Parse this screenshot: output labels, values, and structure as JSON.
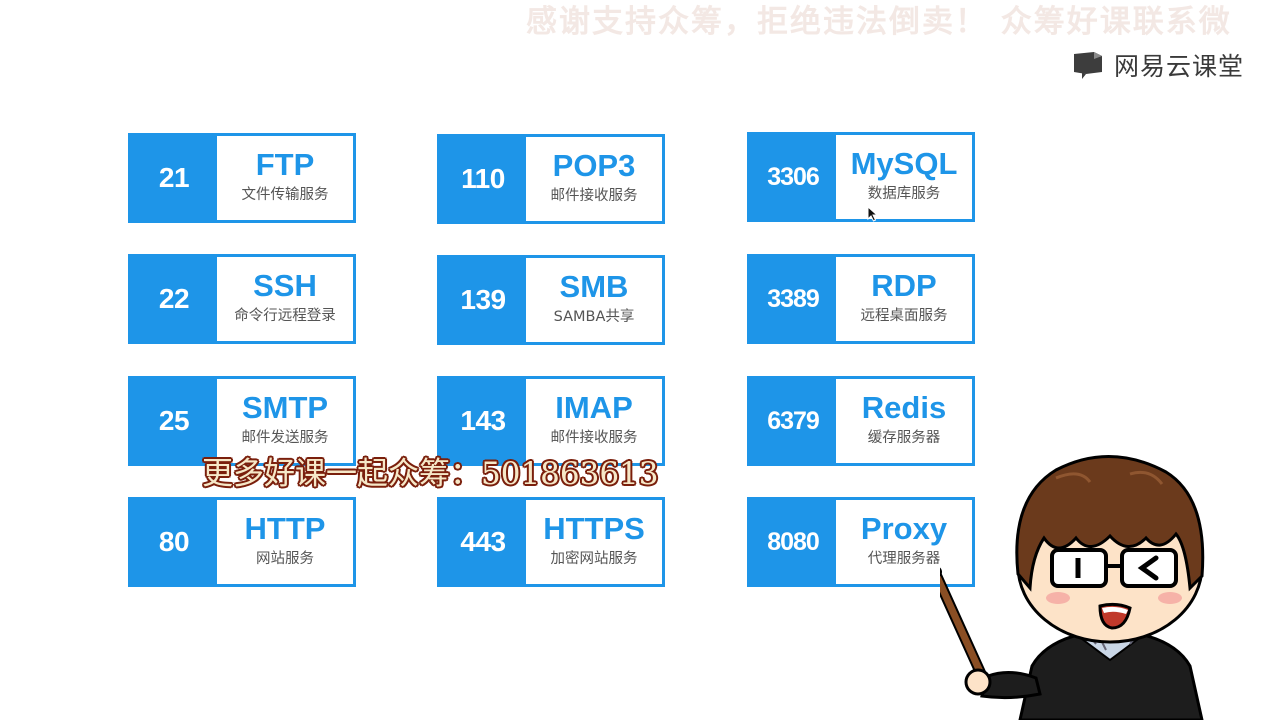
{
  "watermark": "感谢支持众筹，拒绝违法倒卖！ 众筹好课联系微",
  "brand": {
    "name": "网易云课堂"
  },
  "cards": [
    {
      "port": "21",
      "name": "FTP",
      "desc": "文件传输服务"
    },
    {
      "port": "110",
      "name": "POP3",
      "desc": "邮件接收服务"
    },
    {
      "port": "3306",
      "name": "MySQL",
      "desc": "数据库服务"
    },
    {
      "port": "22",
      "name": "SSH",
      "desc": "命令行远程登录"
    },
    {
      "port": "139",
      "name": "SMB",
      "desc": "SAMBA共享"
    },
    {
      "port": "3389",
      "name": "RDP",
      "desc": "远程桌面服务"
    },
    {
      "port": "25",
      "name": "SMTP",
      "desc": "邮件发送服务"
    },
    {
      "port": "143",
      "name": "IMAP",
      "desc": "邮件接收服务"
    },
    {
      "port": "6379",
      "name": "Redis",
      "desc": "缓存服务器"
    },
    {
      "port": "80",
      "name": "HTTP",
      "desc": "网站服务"
    },
    {
      "port": "443",
      "name": "HTTPS",
      "desc": "加密网站服务"
    },
    {
      "port": "8080",
      "name": "Proxy",
      "desc": "代理服务器"
    }
  ],
  "subtitle": "更多好课一起众筹：501863613",
  "colors": {
    "accent": "#1e95e8",
    "subtitle_outline": "#7a1f0c"
  }
}
